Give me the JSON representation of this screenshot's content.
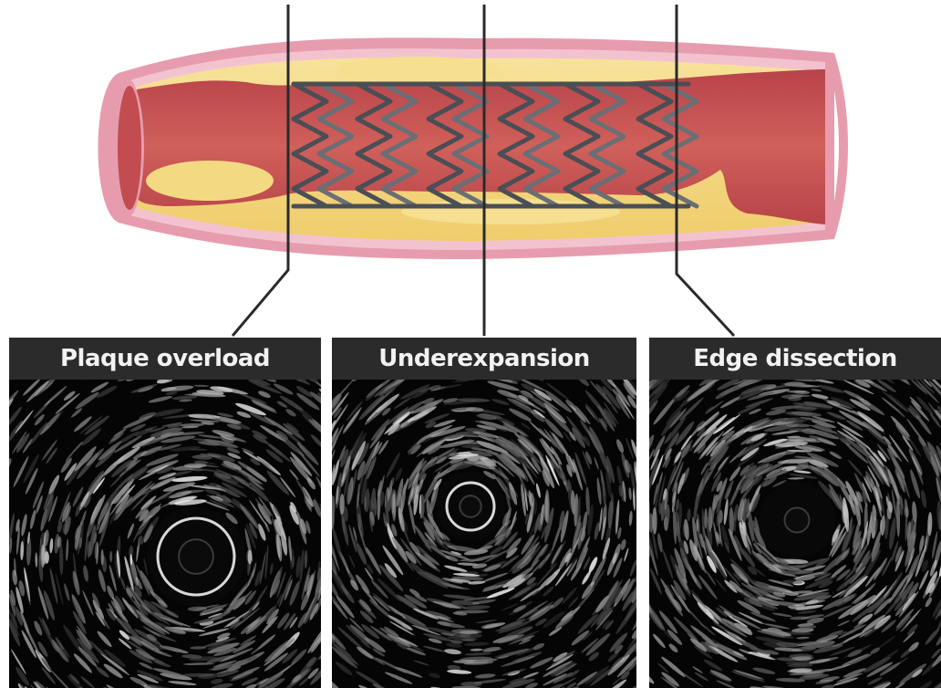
{
  "panels": [
    {
      "title": "Plaque overload"
    },
    {
      "title": "Underexpansion"
    },
    {
      "title": "Edge dissection"
    }
  ],
  "colors": {
    "vessel_outer": "#e79cae",
    "vessel_wall": "#f2c3cf",
    "lumen": "#c9504f",
    "plaque": "#f4d983",
    "plaque_highlight": "#fbe9a4",
    "stent": "#4a4e55",
    "leader_line": "#2a2a2a",
    "panel_bg": "#050505",
    "title_band": "#2b2b2b",
    "title_text": "#f2f2f2"
  }
}
